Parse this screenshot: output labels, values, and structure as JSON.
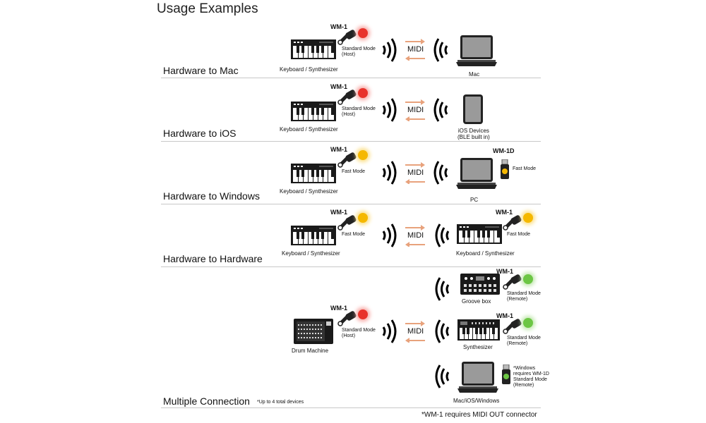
{
  "title": "Usage Examples",
  "rows": [
    {
      "label": "Hardware to Mac"
    },
    {
      "label": "Hardware to iOS"
    },
    {
      "label": "Hardware to Windows"
    },
    {
      "label": "Hardware to Hardware"
    },
    {
      "label": "Multiple Connection",
      "note": "*Up to 4 total devices"
    }
  ],
  "labels": {
    "wm1": "WM-1",
    "wm1d": "WM-1D",
    "midi": "MIDI",
    "keyboard": "Keyboard / Synthesizer",
    "standard_host_1": "Standard Mode",
    "standard_host_2": "(Host)",
    "standard_remote_1": "Standard Mode",
    "standard_remote_2": "(Remote)",
    "fast": "Fast Mode",
    "mac": "Mac",
    "ios_1": "iOS Devices",
    "ios_2": "(BLE built in)",
    "pc": "PC",
    "drum": "Drum  Machine",
    "groove": "Groove box",
    "synth": "Synthesizer",
    "macioswin": "Mac/iOS/Windows",
    "win_note_1": "*Windows",
    "win_note_2": "requires WM-1D",
    "footnote": "*WM-1 requires MIDI OUT connector"
  },
  "colors": {
    "led_red": "#e8322b",
    "led_yellow": "#f5b800",
    "led_green": "#6cc644",
    "arrow": "#e8a27c",
    "separator": "#c8c8c8"
  }
}
